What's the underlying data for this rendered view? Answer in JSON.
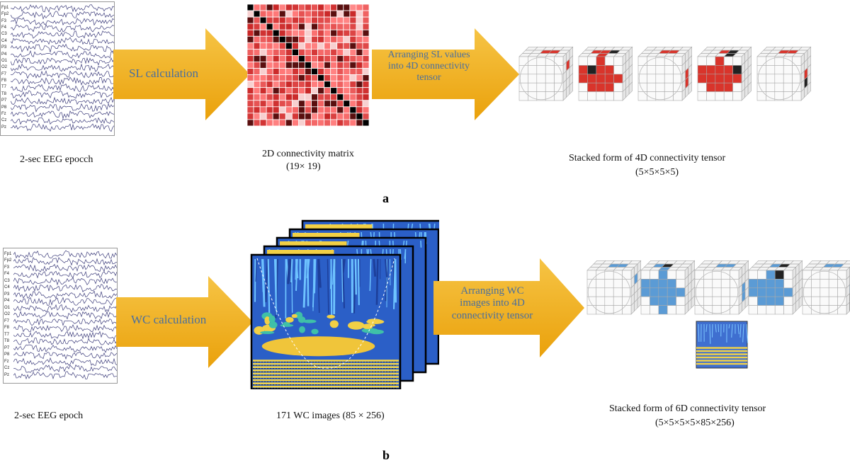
{
  "panel_a": {
    "eeg_channels": [
      "Fp1",
      "Fp2",
      "F3",
      "F4",
      "C3",
      "C4",
      "P3",
      "P4",
      "O1",
      "O2",
      "F7",
      "F8",
      "T7",
      "T8",
      "P7",
      "P8",
      "Fz",
      "Cz",
      "Pz"
    ],
    "eeg_caption": "2-sec EEG epocch",
    "arrow1_label": "SL calculation",
    "matrix_caption_line1": "2D connectivity matrix",
    "matrix_caption_line2": "(19× 19)",
    "arrow2_label_line1": "Arranging  SL values",
    "arrow2_label_line2": "into 4D connectivity",
    "arrow2_label_line3": "tensor",
    "tensor_caption_line1": "Stacked form of 4D connectivity tensor",
    "tensor_caption_line2": "(5×5×5×5)",
    "letter": "a"
  },
  "panel_b": {
    "eeg_channels": [
      "Fp1",
      "Fp2",
      "F3",
      "F4",
      "C3",
      "C4",
      "P3",
      "P4",
      "O1",
      "O2",
      "F7",
      "F8",
      "T7",
      "T8",
      "P7",
      "P8",
      "Fz",
      "Cz",
      "Pz"
    ],
    "eeg_caption": "2-sec EEG epoch",
    "arrow1_label": "WC calculation",
    "images_caption": "171 WC images  (85 × 256)",
    "arrow2_label_line1": "Arranging  WC",
    "arrow2_label_line2": "images into 4D",
    "arrow2_label_line3": "connectivity tensor",
    "tensor_caption_line1": "Stacked form of 6D connectivity tensor",
    "tensor_caption_line2": "(5×5×5×5×85×256)",
    "letter": "b"
  },
  "colors": {
    "arrow": "#f2b01e",
    "arrow_dark": "#e59a00",
    "label_text": "#4a6f9e",
    "eeg_trace": "#3b3b7a",
    "cube_red": "#d9342b",
    "cube_blue": "#5b9bd5"
  }
}
